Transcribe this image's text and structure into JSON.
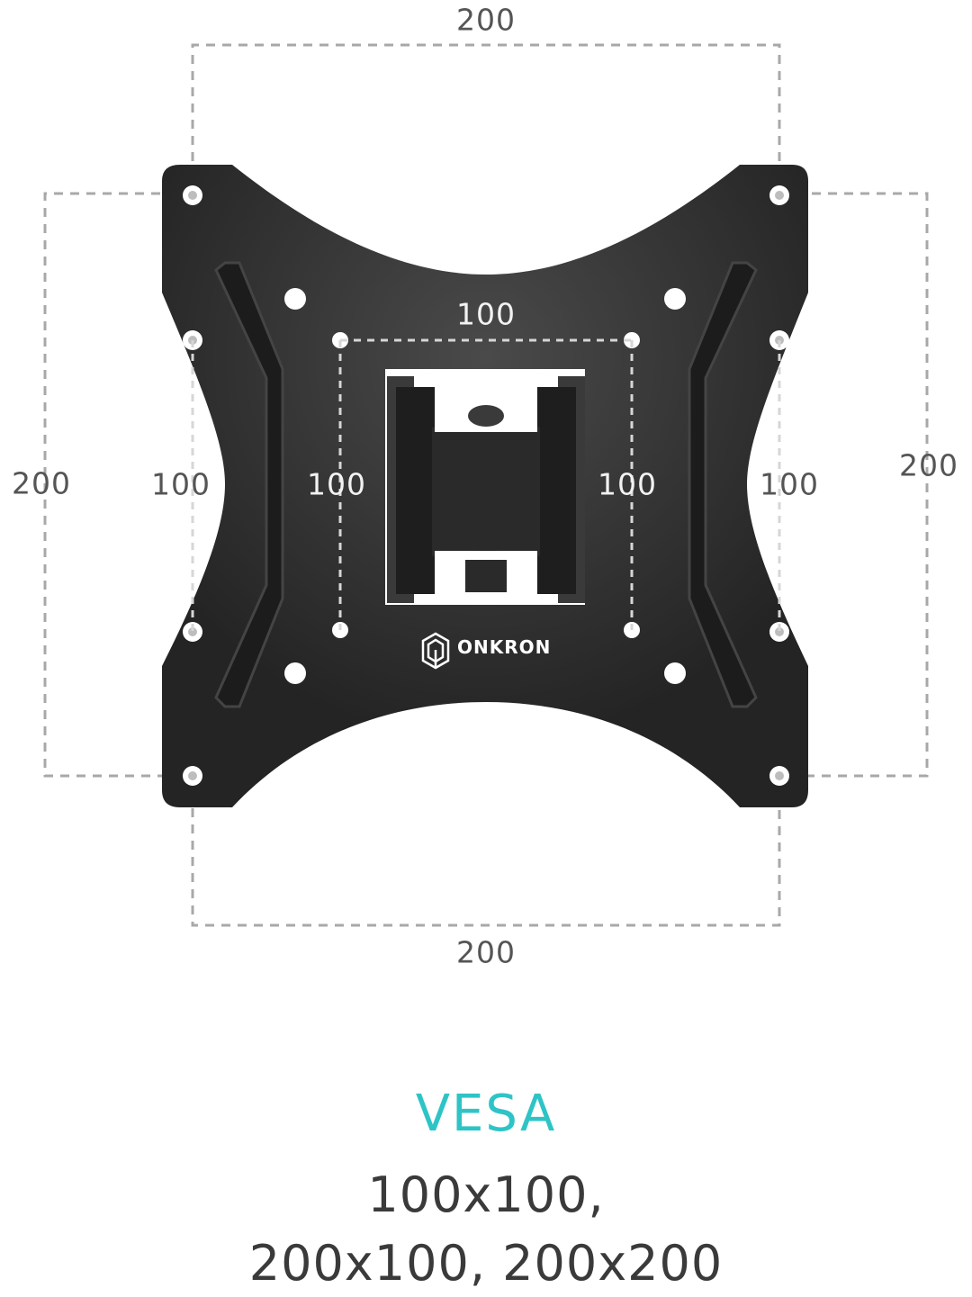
{
  "dimensions": {
    "top": "200",
    "bottom": "200",
    "left": "200",
    "right": "200",
    "inner_top": "100",
    "inner_left": "100",
    "inner_right": "100",
    "outer_left_plate": "100",
    "outer_right_plate": "100"
  },
  "brand": {
    "name": "ONKRON",
    "logo_icon": "onkron-cube-icon"
  },
  "vesa": {
    "title": "VESA",
    "sizes_line_1": "100x100,",
    "sizes_line_2": "200x100, 200x200"
  },
  "colors": {
    "plate": "#2b2b2b",
    "dim_lines": "#9a9a9a",
    "accent": "#2ec4c6",
    "text": "#3a3a3a"
  }
}
